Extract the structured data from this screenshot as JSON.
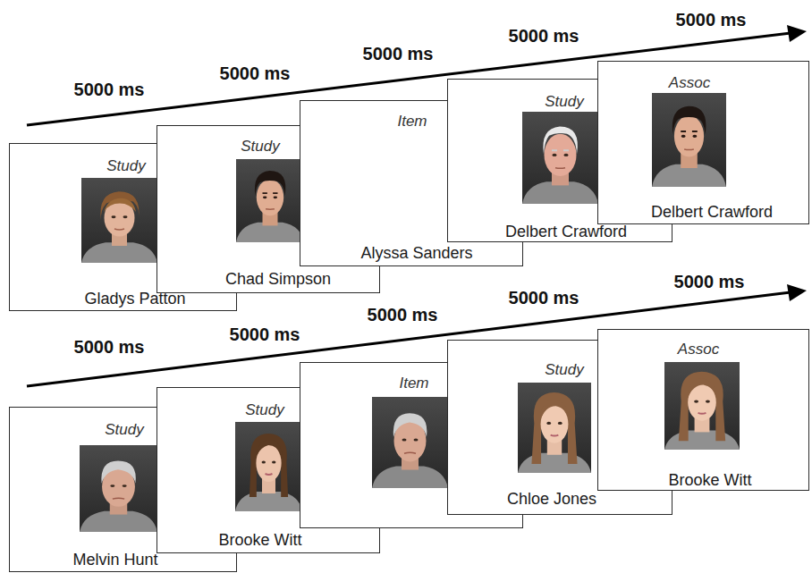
{
  "diagram": {
    "nodes": [
      {
        "text": [
          "Study",
          "Gladys Patton"
        ]
      },
      {
        "text": [
          "Study",
          "Chad Simpson"
        ]
      },
      {
        "text": [
          "Item",
          "Alyssa Sanders"
        ]
      },
      {
        "text": [
          "Study",
          "Delbert Crawford"
        ]
      },
      {
        "text": [
          "Assoc",
          "Delbert Crawford"
        ]
      },
      {
        "text": [
          "Study",
          "Melvin Hunt"
        ]
      },
      {
        "text": [
          "Study",
          "Brooke Witt"
        ]
      },
      {
        "text": [
          "Item"
        ]
      },
      {
        "text": [
          "Study",
          "Chloe Jones"
        ]
      },
      {
        "text": [
          "Assoc",
          "Brooke Witt"
        ]
      }
    ],
    "edges": [],
    "labels": [
      "5000 ms",
      "5000 ms",
      "5000 ms",
      "5000 ms",
      "5000 ms",
      "5000 ms",
      "5000 ms",
      "5000 ms",
      "5000 ms",
      "5000 ms"
    ]
  }
}
